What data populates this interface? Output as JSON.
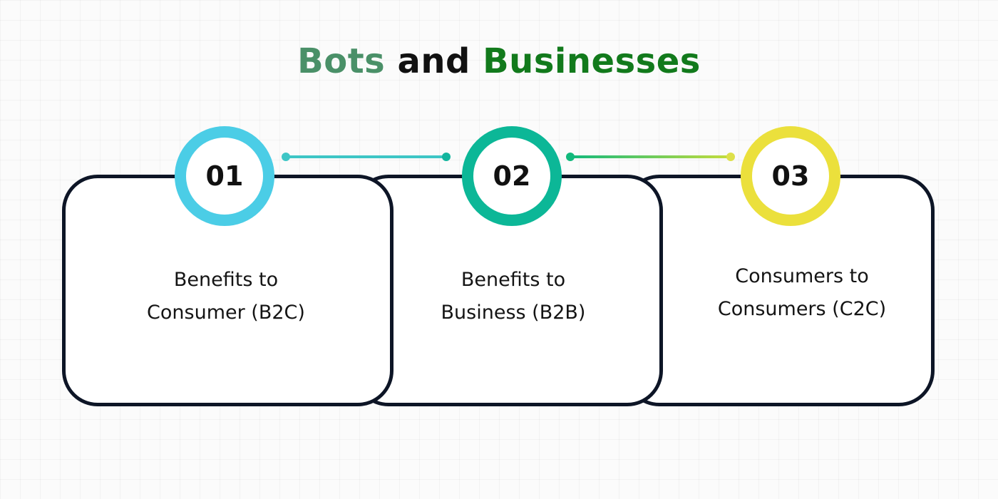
{
  "title": {
    "part1": "Bots",
    "part2": "and",
    "part3": "Businesses"
  },
  "steps": [
    {
      "number": "01",
      "label": "Benefits to\nConsumer (B2C)"
    },
    {
      "number": "02",
      "label": "Benefits to\nBusiness (B2B)"
    },
    {
      "number": "03",
      "label": "Consumers to\nConsumers (C2C)"
    }
  ],
  "colors": {
    "title_bots": "#4a9068",
    "title_and": "#111111",
    "title_businesses": "#127a1c",
    "step1_ring": "#4bcde6",
    "step2_ring": "#0cb797",
    "step3_ring": "#ebe03c",
    "card_border": "#0d1526"
  }
}
